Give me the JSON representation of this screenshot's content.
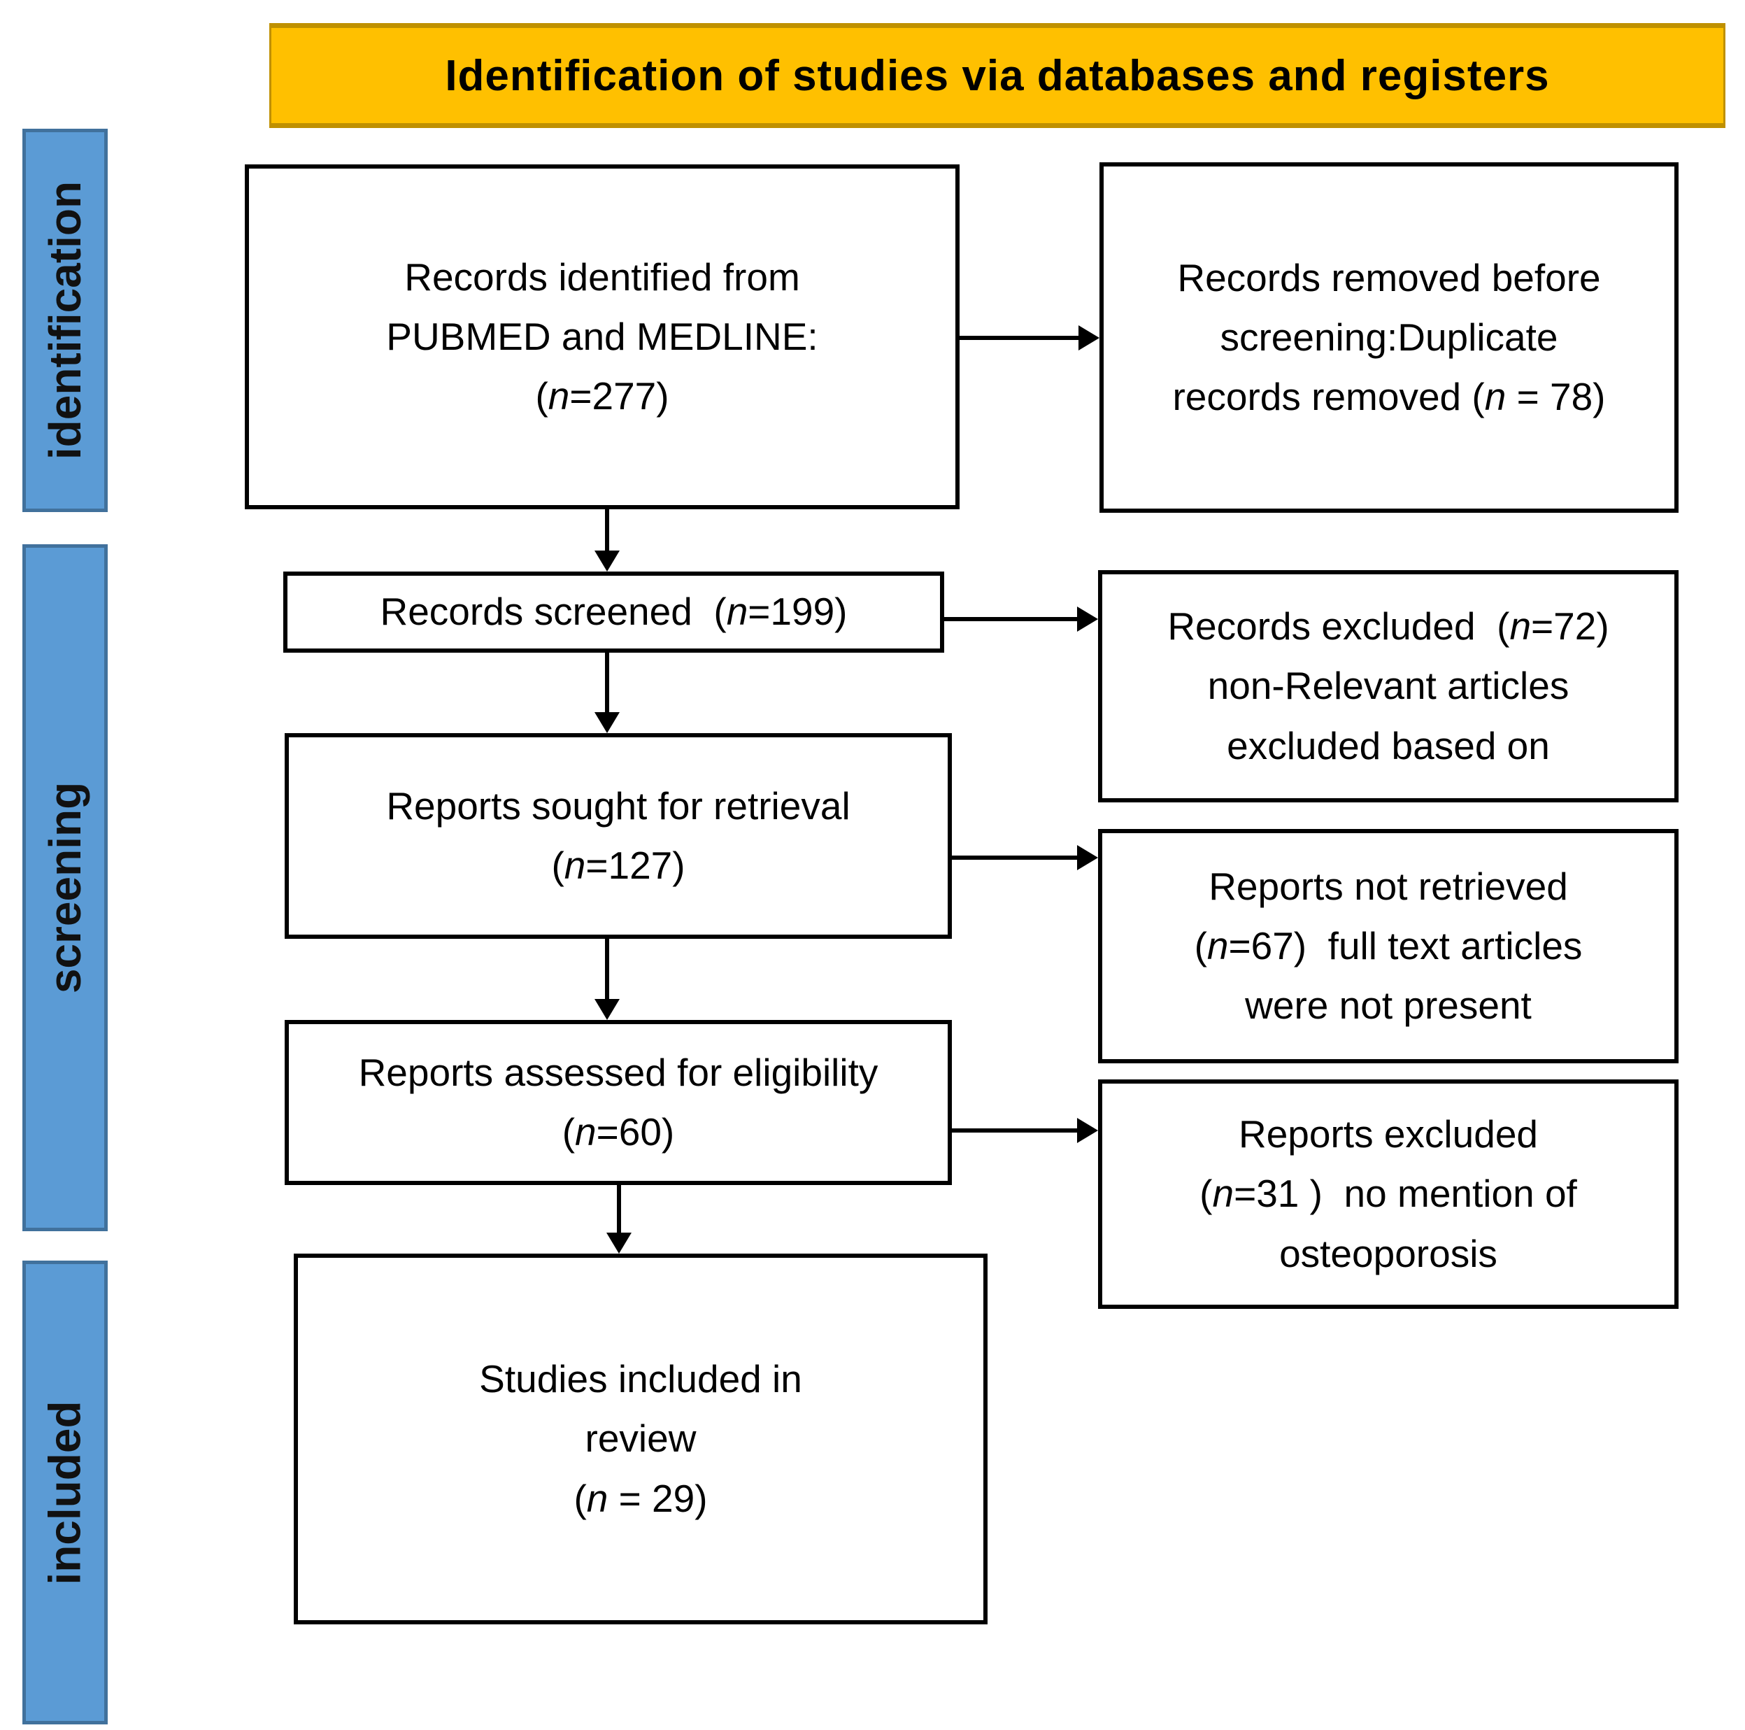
{
  "banner": {
    "title": "Identification of studies via databases and registers"
  },
  "sidebar": {
    "labels": [
      {
        "label": "identification"
      },
      {
        "label": "screening"
      },
      {
        "label": "included"
      }
    ]
  },
  "boxes": {
    "records_identified": {
      "lines": [
        "Records identified from",
        "PUBMED and MEDLINE:",
        "(n=277)"
      ]
    },
    "records_removed": {
      "lines": [
        "Records removed before",
        "screening:Duplicate",
        "records removed (n = 78)"
      ]
    },
    "records_screened": {
      "lines": [
        "Records screened  (n=199)"
      ]
    },
    "records_excluded": {
      "lines": [
        "Records excluded  (n=72)",
        "non-Relevant articles",
        "excluded based on"
      ]
    },
    "reports_sought": {
      "lines": [
        "Reports sought for retrieval",
        "(n=127)"
      ]
    },
    "reports_not_retrieved": {
      "lines": [
        "Reports not retrieved",
        "(n=67)  full text articles",
        "were not present"
      ]
    },
    "reports_assessed": {
      "lines": [
        "Reports assessed for eligibility",
        "(n=60)"
      ]
    },
    "reports_excluded": {
      "lines": [
        "Reports excluded",
        "(n=31 )  no mention of",
        "osteoporosis"
      ]
    },
    "studies_included": {
      "lines": [
        "Studies included in",
        "review",
        "(n = 29)"
      ]
    }
  },
  "colors": {
    "banner_bg": "#FFC000",
    "banner_border": "#BF9000",
    "bar_bg": "#5B9BD5",
    "bar_border": "#41719C",
    "box_border": "#000000"
  }
}
